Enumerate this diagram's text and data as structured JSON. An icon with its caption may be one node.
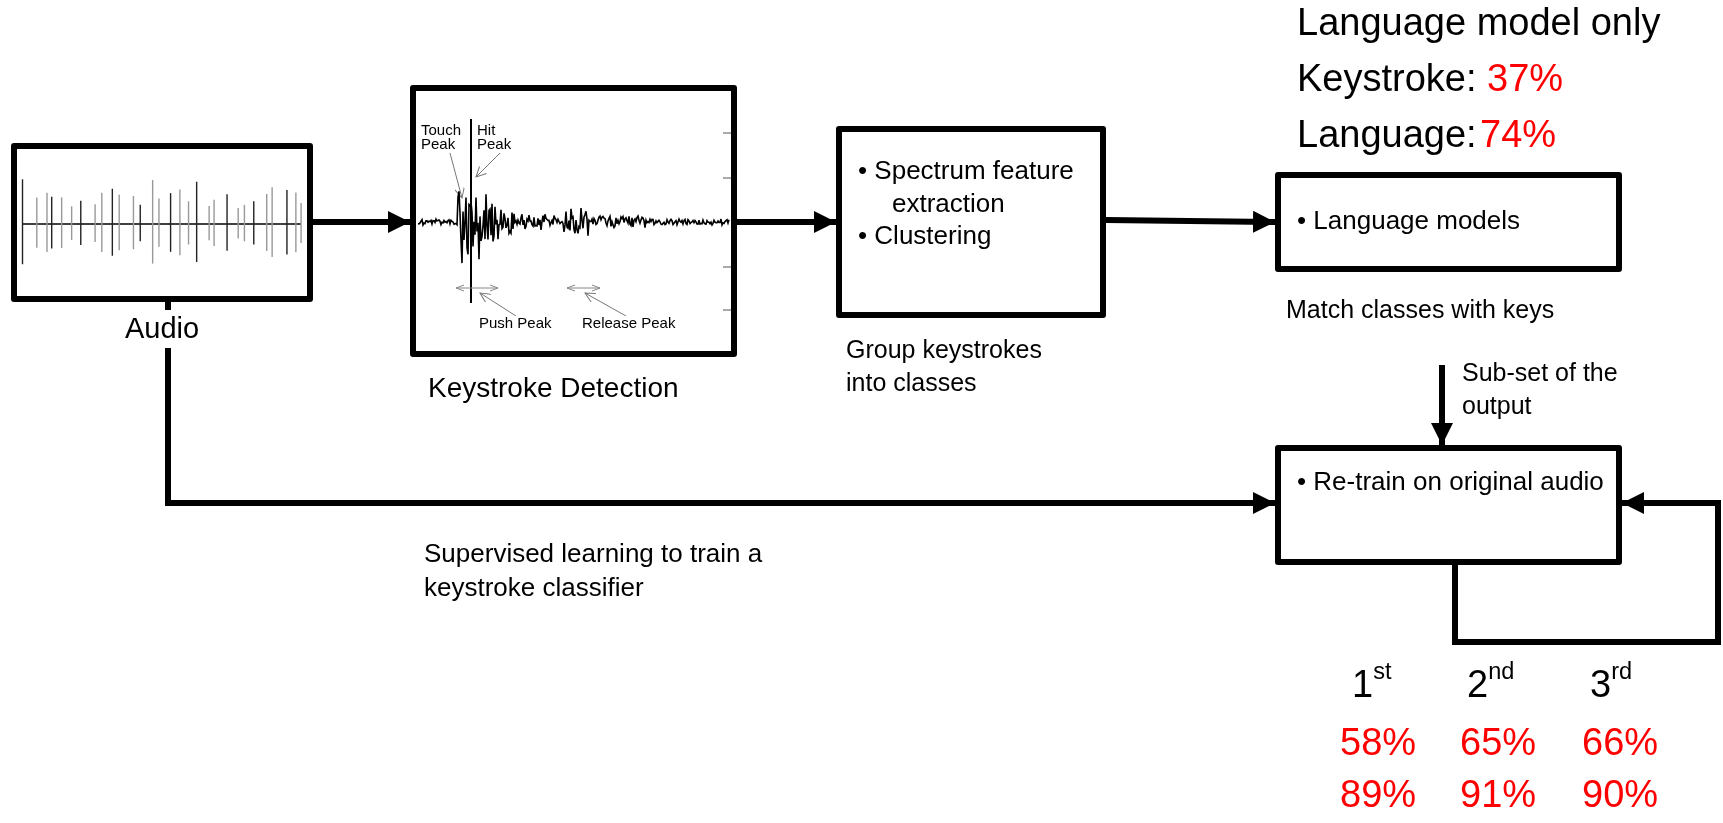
{
  "diagram": {
    "nodes": [
      {
        "text": [],
        "shape": "box",
        "beside": [
          "Audio"
        ]
      },
      {
        "text": [],
        "shape": "box",
        "beside": [
          "Keystroke Detection"
        ]
      },
      {
        "text": [
          "Touch Peak"
        ],
        "in": 1
      },
      {
        "text": [
          "Hit Peak"
        ],
        "in": 1
      },
      {
        "text": [
          "Push Peak"
        ],
        "in": 1
      },
      {
        "text": [
          "Release Peak"
        ],
        "in": 1
      },
      {
        "text": [
          "• Spectrum feature extraction",
          "• Clustering"
        ],
        "beside": [
          "Group keystrokes into classes"
        ]
      },
      {
        "text": [
          "• Language models"
        ],
        "beside": [
          "Match classes with keys"
        ]
      },
      {
        "text": [
          "• Re-train on original audio"
        ]
      }
    ],
    "edges": [
      {
        "from": 0,
        "to": 1,
        "arrow": "to"
      },
      {
        "from": 1,
        "to": 6,
        "arrow": "to"
      },
      {
        "from": 6,
        "to": 7,
        "arrow": "to"
      },
      {
        "from": null,
        "to": 8,
        "arrow": "to",
        "label": "Sub-set of the output"
      },
      {
        "from": 0,
        "to": 8,
        "arrow": "to",
        "label": "Supervised learning to train a keystroke classifier"
      },
      {
        "from": 8,
        "to": 8,
        "arrow": "to"
      },
      {
        "from": 2,
        "to": null,
        "arrow": "to",
        "color": "#777777"
      },
      {
        "from": 3,
        "to": null,
        "arrow": "to",
        "color": "#777777"
      },
      {
        "from": 4,
        "to": null,
        "arrow": "to",
        "color": "#777777"
      },
      {
        "from": 5,
        "to": null,
        "arrow": "to",
        "color": "#777777"
      }
    ],
    "labels": [
      "Language model only",
      "Keystroke:",
      "37%",
      "Language:",
      "74%",
      "1$^{st}$",
      "2$^{nd}$",
      "3$^{rd}$",
      "58%",
      "65%",
      "66%",
      "89%",
      "91%",
      "90%"
    ]
  }
}
